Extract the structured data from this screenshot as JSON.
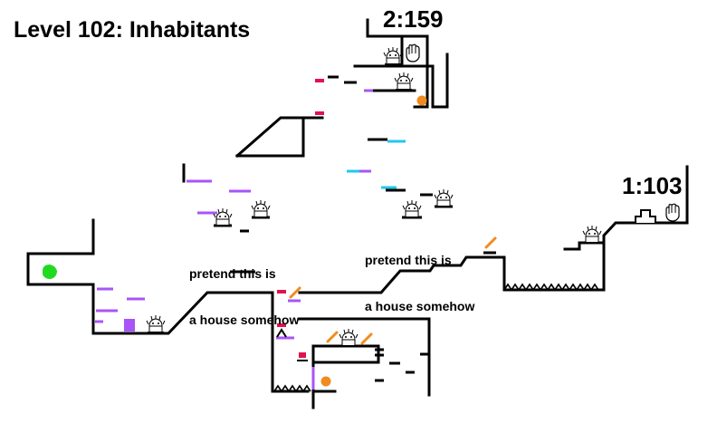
{
  "level_title": "Level 102: Inhabitants",
  "timers": {
    "top": "2:159",
    "right": "1:103"
  },
  "notes": {
    "left": {
      "line1": "pretend this is",
      "line2": "a house somehow"
    },
    "right": {
      "line1": "pretend this is",
      "line2": "a house somehow"
    }
  },
  "colors": {
    "wall": "#000000",
    "purple_platform": "#a855f7",
    "crimson_switch": "#e0124f",
    "cyan_platform": "#22c7ee",
    "orange_ball": "#f08c1e",
    "orange_pad": "#f08c1e",
    "player_green": "#22d922",
    "background": "#ffffff"
  },
  "sprites": {
    "player": "green-blob-icon",
    "inhabitant": "house-creature-icon",
    "goal": "waving-hand-icon",
    "ball": "orange-ball-icon",
    "spikes": "spike-row-icon",
    "castle": "castle-icon"
  }
}
